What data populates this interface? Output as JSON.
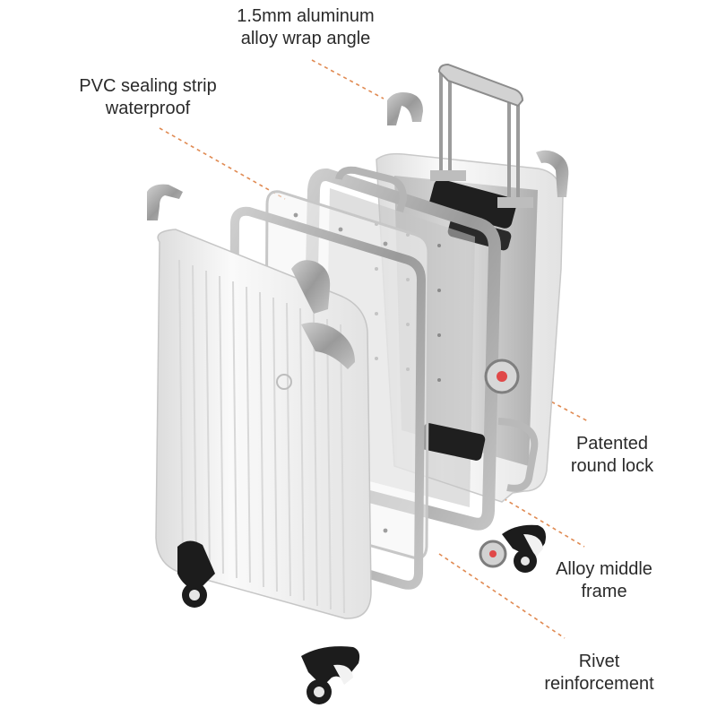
{
  "callouts": [
    {
      "id": "wrap-angle",
      "lines": [
        "1.5mm aluminum",
        "alloy wrap angle"
      ]
    },
    {
      "id": "pvc-strip",
      "lines": [
        "PVC sealing strip",
        "waterproof"
      ]
    },
    {
      "id": "round-lock",
      "lines": [
        "Patented",
        "round lock"
      ]
    },
    {
      "id": "middle-frame",
      "lines": [
        "Alloy middle",
        "frame"
      ]
    },
    {
      "id": "rivet",
      "lines": [
        "Rivet",
        "reinforcement"
      ]
    }
  ],
  "colors": {
    "leader_line": "#e08a52",
    "shell": "#f1f1f1",
    "aluminum": "#a9a9a9",
    "wheel": "#1c1c1c",
    "text": "#2a2a2a"
  }
}
